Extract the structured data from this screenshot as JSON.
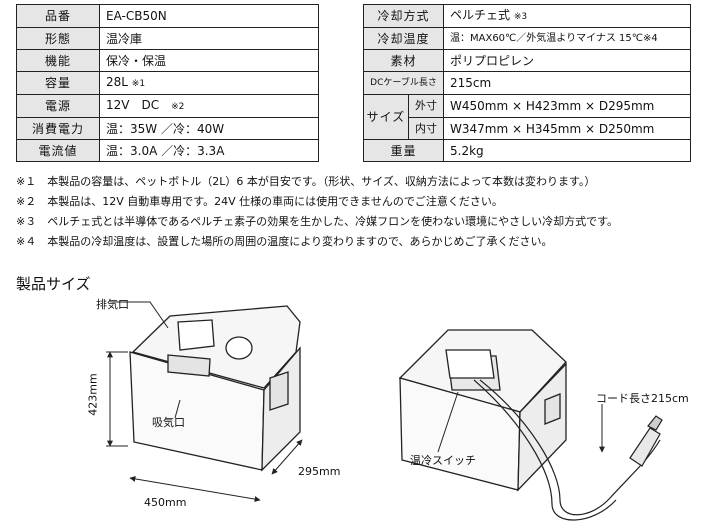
{
  "spec": {
    "left": [
      {
        "key": "品番",
        "value": "EA-CB50N"
      },
      {
        "key": "形態",
        "value": "温冷庫"
      },
      {
        "key": "機能",
        "value": "保冷・保温"
      },
      {
        "key": "容量",
        "value": "28L",
        "note": "※1"
      },
      {
        "key": "電源",
        "value": "12V　DC",
        "note": "※2"
      },
      {
        "key": "消費電力",
        "value": "温：35W ／冷：40W"
      },
      {
        "key": "電流値",
        "value": "温：3.0A ／冷：3.3A"
      }
    ],
    "right": {
      "cooling_method": {
        "key": "冷却方式",
        "value": "ペルチェ式",
        "note": "※3"
      },
      "cooling_temp": {
        "key": "冷却温度",
        "value": "温：MAX60℃／外気温よりマイナス 15℃※4"
      },
      "material": {
        "key": "素材",
        "value": "ポリプロピレン"
      },
      "cable": {
        "key": "DCケーブル長さ",
        "value": "215cm"
      },
      "size": {
        "key": "サイズ",
        "outer": {
          "key": "外寸",
          "value": "W450mm × H423mm × D295mm"
        },
        "inner": {
          "key": "内寸",
          "value": "W347mm × H345mm × D250mm"
        }
      },
      "weight": {
        "key": "重量",
        "value": "5.2kg"
      }
    }
  },
  "notes": [
    "※１　本製品の容量は、ペットボトル（2L）6 本が目安です。（形状、サイズ、収納方法によって本数は変わります。）",
    "※２　本製品は、12V 自動車専用です。24V 仕様の車両には使用できませんのでご注意ください。",
    "※３　ペルチェ式とは半導体であるペルチェ素子の効果を生かした、冷媒フロンを使わない環境にやさしい冷却方式です。",
    "※４　本製品の冷却温度は、設置した場所の周囲の温度により変わりますので、あらかじめご了承ください。"
  ],
  "section_title": "製品サイズ",
  "labels": {
    "exhaust": "排気口",
    "intake": "吸気口",
    "height": "423mm",
    "width": "450mm",
    "depth": "295mm",
    "switch": "温冷スイッチ",
    "cord": "コード長さ215cm"
  }
}
